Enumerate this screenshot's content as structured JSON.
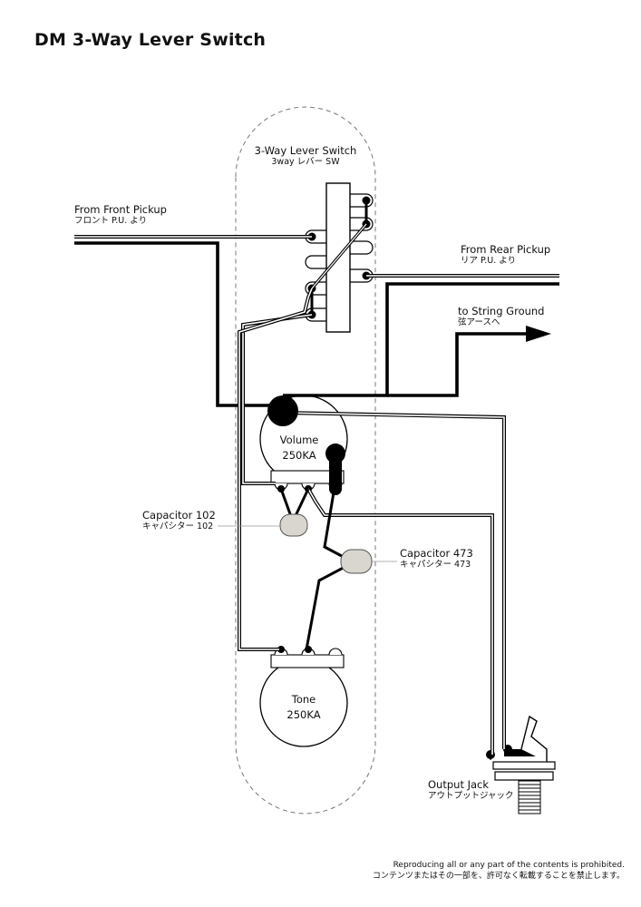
{
  "title": "DM  3-Way Lever Switch",
  "labels": {
    "switch": {
      "en": "3-Way Lever Switch",
      "ja": "3way レバー SW"
    },
    "front_pickup": {
      "en": "From Front Pickup",
      "ja": "フロント P.U. より"
    },
    "rear_pickup": {
      "en": "From Rear Pickup",
      "ja": "リア P.U. より"
    },
    "string_ground": {
      "en": "to String Ground",
      "ja": "弦アースへ"
    },
    "volume": {
      "name": "Volume",
      "value": "250KA"
    },
    "tone": {
      "name": "Tone",
      "value": "250KA"
    },
    "capacitor_102": {
      "en": "Capacitor 102",
      "ja": "キャパシター 102"
    },
    "capacitor_473": {
      "en": "Capacitor 473",
      "ja": "キャパシター 473"
    },
    "output_jack": {
      "en": "Output Jack",
      "ja": "アウトプットジャック"
    }
  },
  "footer": {
    "en": "Reproducing all or any part of the contents is prohibited.",
    "ja": "コンテンツまたはその一部を、許可なく転載することを禁止します。"
  },
  "colors": {
    "wire": "#000000",
    "capacitor": "#d8d6cf",
    "outline": "#666666"
  }
}
